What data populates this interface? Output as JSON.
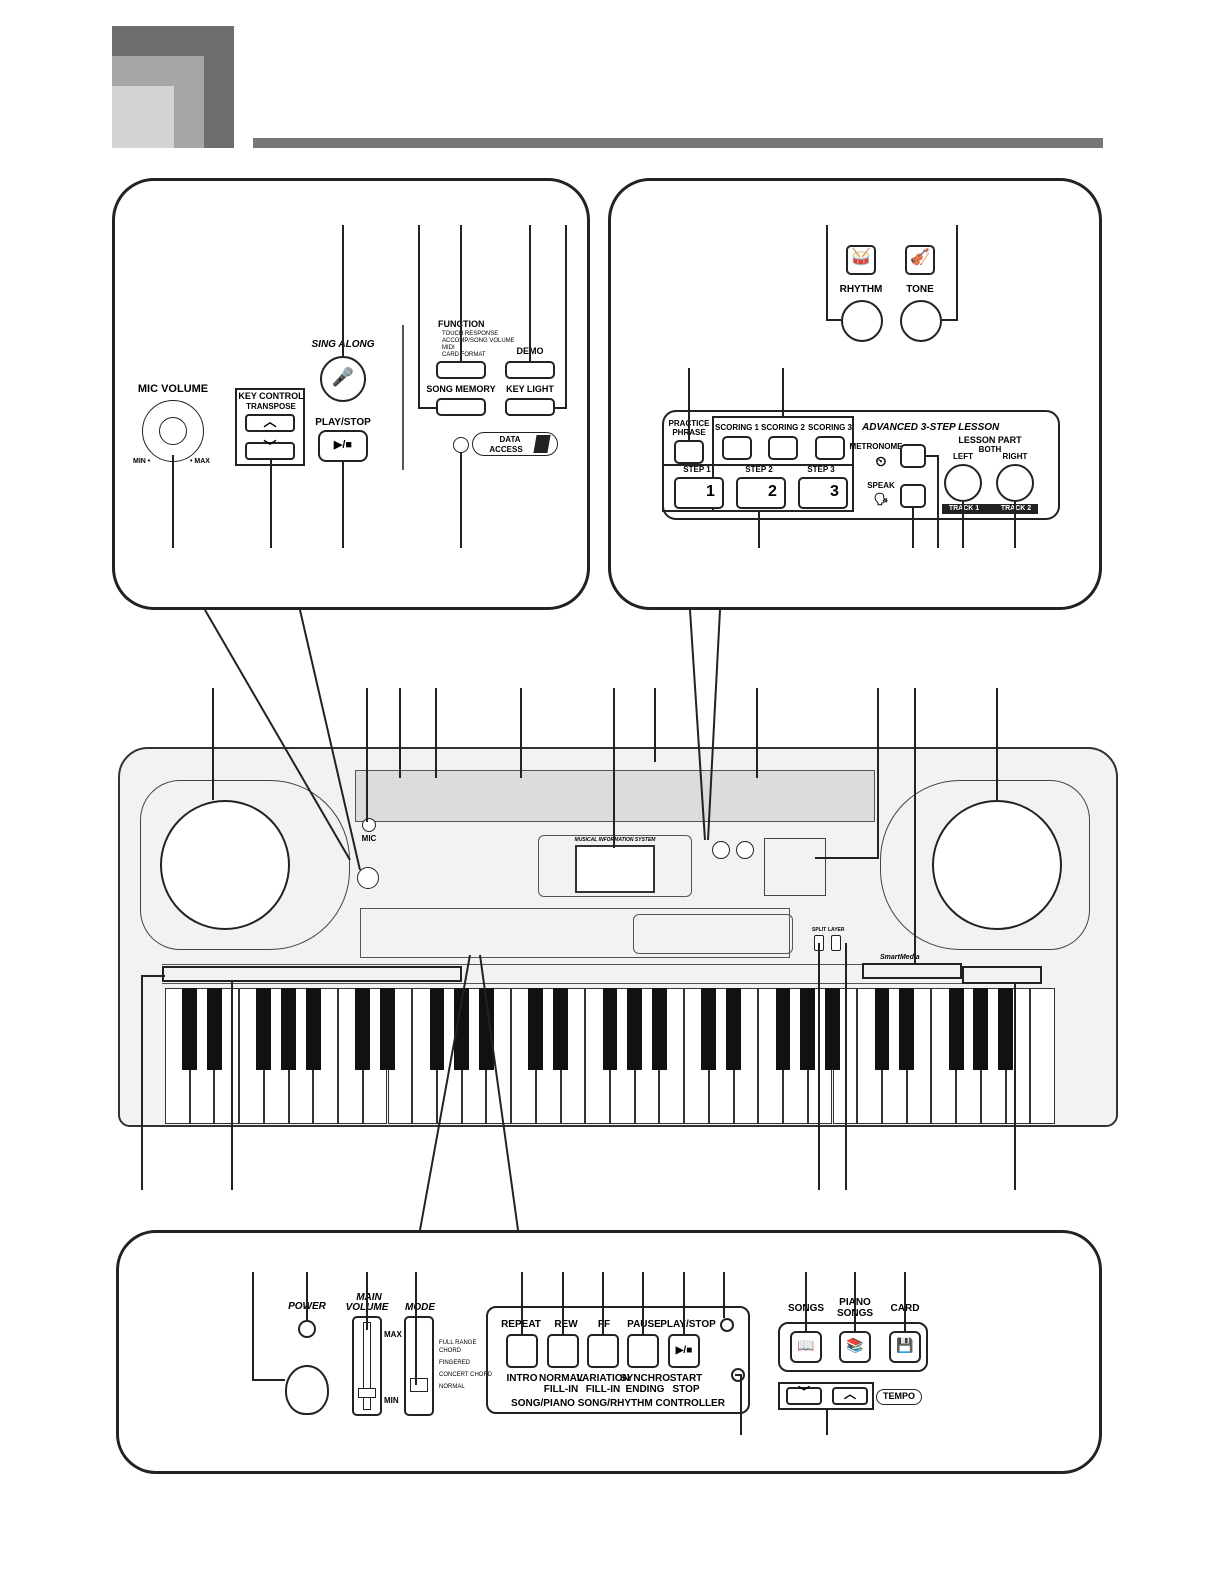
{
  "top_left_panel": {
    "mic_volume": "MIC VOLUME",
    "mic_min": "MIN •",
    "mic_max": "• MAX",
    "key_control": "KEY CONTROL",
    "transpose": "TRANSPOSE",
    "sing_along": "SING ALONG",
    "play_stop": "PLAY/STOP",
    "function": "FUNCTION",
    "function_sub": [
      "TOUCH RESPONSE",
      "ACCOMP/SONG VOLUME",
      "MIDI",
      "CARD FORMAT"
    ],
    "demo": "DEMO",
    "song_memory": "SONG MEMORY",
    "key_light": "KEY LIGHT",
    "data_access": [
      "DATA",
      "ACCESS"
    ]
  },
  "top_right_panel": {
    "rhythm": "RHYTHM",
    "tone": "TONE",
    "practice_phrase": [
      "PRACTICE",
      "PHRASE"
    ],
    "scoring1": "SCORING 1",
    "scoring2": "SCORING 2",
    "scoring3": "SCORING 3",
    "advanced_title": "ADVANCED 3-STEP LESSON",
    "step1": "STEP 1",
    "step2": "STEP 2",
    "step3": "STEP 3",
    "step1_num": "1",
    "step2_num": "2",
    "step3_num": "3",
    "metronome": "METRONOME",
    "speak": "SPEAK",
    "lesson_part": "LESSON PART",
    "both": "BOTH",
    "left": "LEFT",
    "right": "RIGHT",
    "track1": "TRACK 1",
    "track2": "TRACK 2"
  },
  "keyboard": {
    "mic_label": "MIC",
    "display_title": "MUSICAL INFORMATION SYSTEM",
    "split": "SPLIT",
    "layer": "LAYER",
    "smartmedia": "SmartMedia"
  },
  "bottom_panel": {
    "power": "POWER",
    "main_volume": [
      "MAIN",
      "VOLUME"
    ],
    "mode": "MODE",
    "max": "MAX",
    "min": "MIN",
    "mode_options": [
      "FULL RANGE",
      "CHORD",
      "FINGERED",
      "CONCERT CHORD",
      "NORMAL"
    ],
    "repeat": "REPEAT",
    "rew": "REW",
    "ff": "FF",
    "pause": "PAUSE",
    "play_stop": "PLAY/STOP",
    "intro": "INTRO",
    "normal_fillin": [
      "NORMAL",
      "FILL-IN"
    ],
    "variation_fillin": [
      "VARIATION",
      "FILL-IN"
    ],
    "synchro_ending": [
      "SYNCHRO",
      "ENDING"
    ],
    "start_stop": [
      "START",
      "STOP"
    ],
    "controller_title": "SONG/PIANO SONG/RHYTHM CONTROLLER",
    "songs": "SONGS",
    "piano_songs": [
      "PIANO",
      "SONGS"
    ],
    "card": "CARD",
    "tempo": "TEMPO"
  }
}
